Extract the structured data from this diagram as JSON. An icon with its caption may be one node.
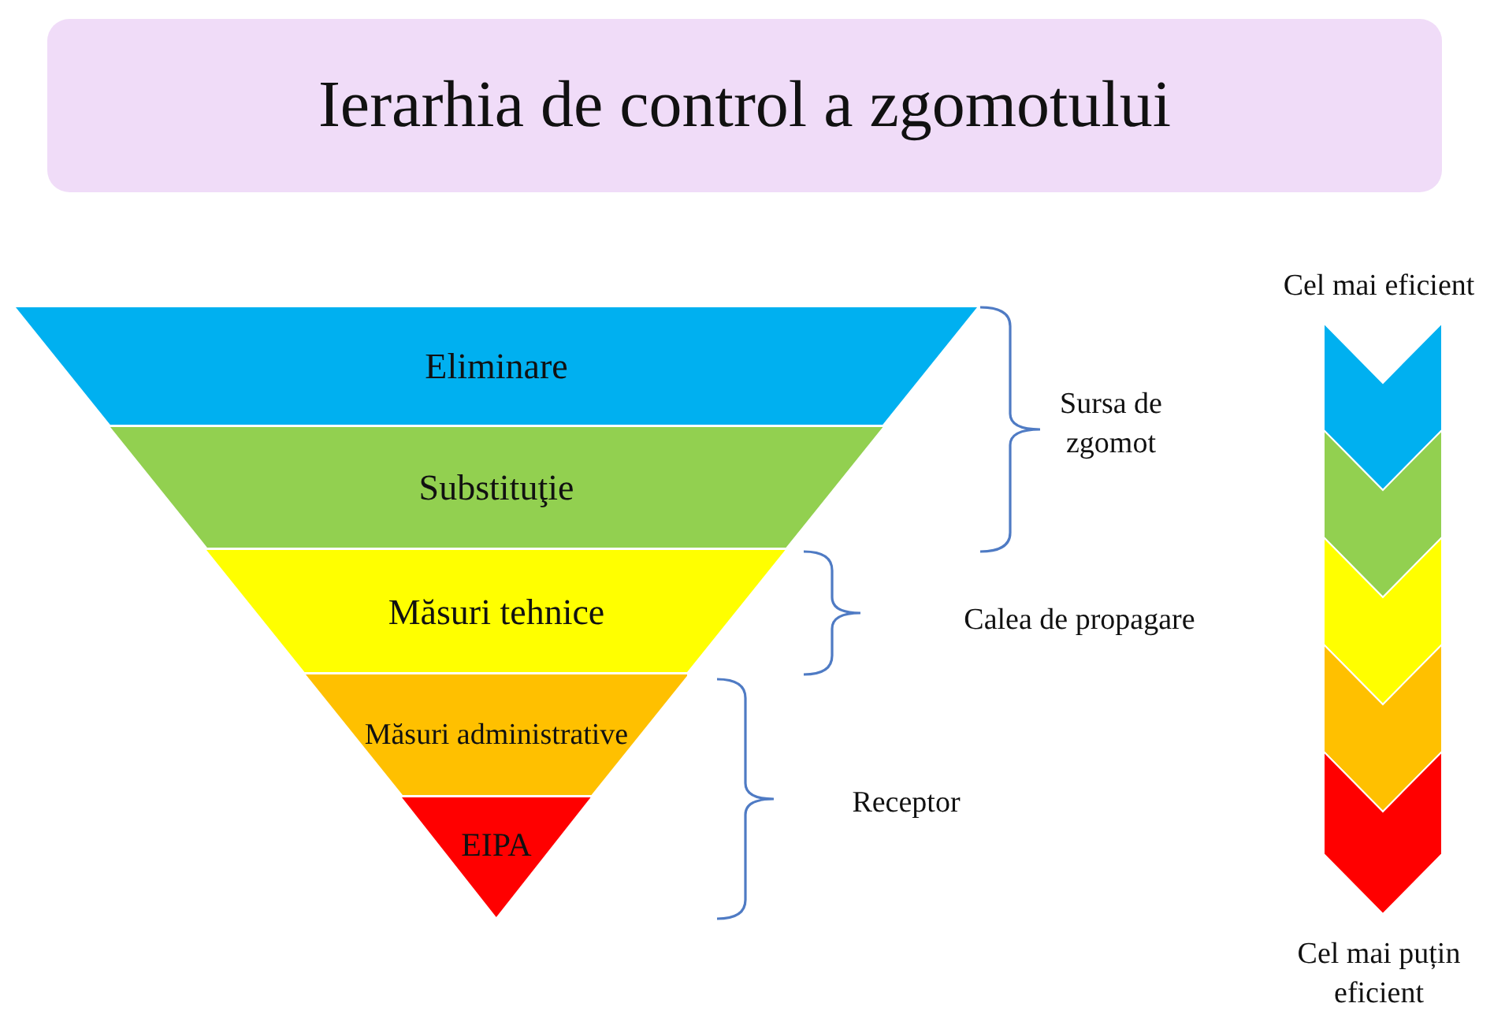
{
  "diagram": {
    "title": "Ierarhia de control a zgomotului",
    "nodes": [
      {
        "text": [
          "Eliminare"
        ]
      },
      {
        "text": [
          "Substituţie"
        ]
      },
      {
        "text": [
          "Măsuri tehnice"
        ]
      },
      {
        "text": [
          "Măsuri administrative"
        ]
      },
      {
        "text": [
          "EIPA"
        ]
      }
    ],
    "edges": [],
    "labels": [
      "Sursa de zgomot",
      "Calea de propagare",
      "Receptor",
      "Cel mai eficient",
      "Cel mai puțin eficient"
    ]
  }
}
